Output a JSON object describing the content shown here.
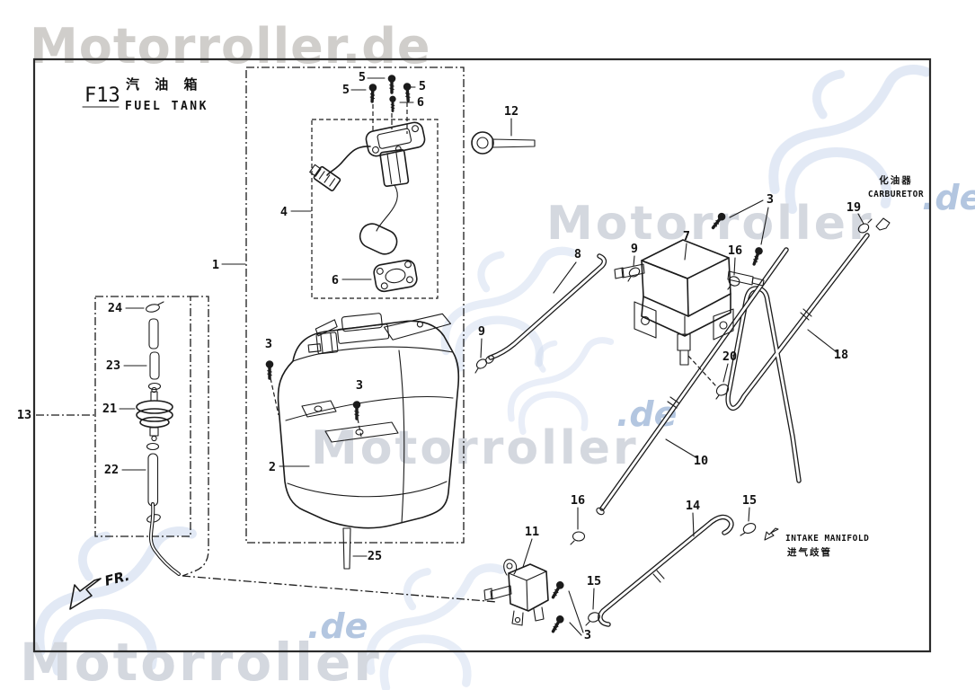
{
  "watermark": {
    "full": "Motorroller.de",
    "brand": "Motorroller",
    "suffix": ".de"
  },
  "title": {
    "code": "F13",
    "title_cn": "汽 油 箱",
    "title_en": "FUEL TANK"
  },
  "annotations": {
    "carburetor_cn": "化油器",
    "carburetor_en": "CARBURETOR",
    "intake_en": "INTAKE MANIFOLD",
    "intake_cn": "进气歧管",
    "front_marker": "FR."
  },
  "part_labels": [
    "1",
    "2",
    "3",
    "3",
    "3",
    "3",
    "4",
    "5",
    "5",
    "5",
    "6",
    "6",
    "7",
    "8",
    "9",
    "9",
    "10",
    "11",
    "12",
    "13",
    "14",
    "15",
    "15",
    "16",
    "16",
    "18",
    "19",
    "20",
    "21",
    "22",
    "23",
    "24",
    "25"
  ]
}
